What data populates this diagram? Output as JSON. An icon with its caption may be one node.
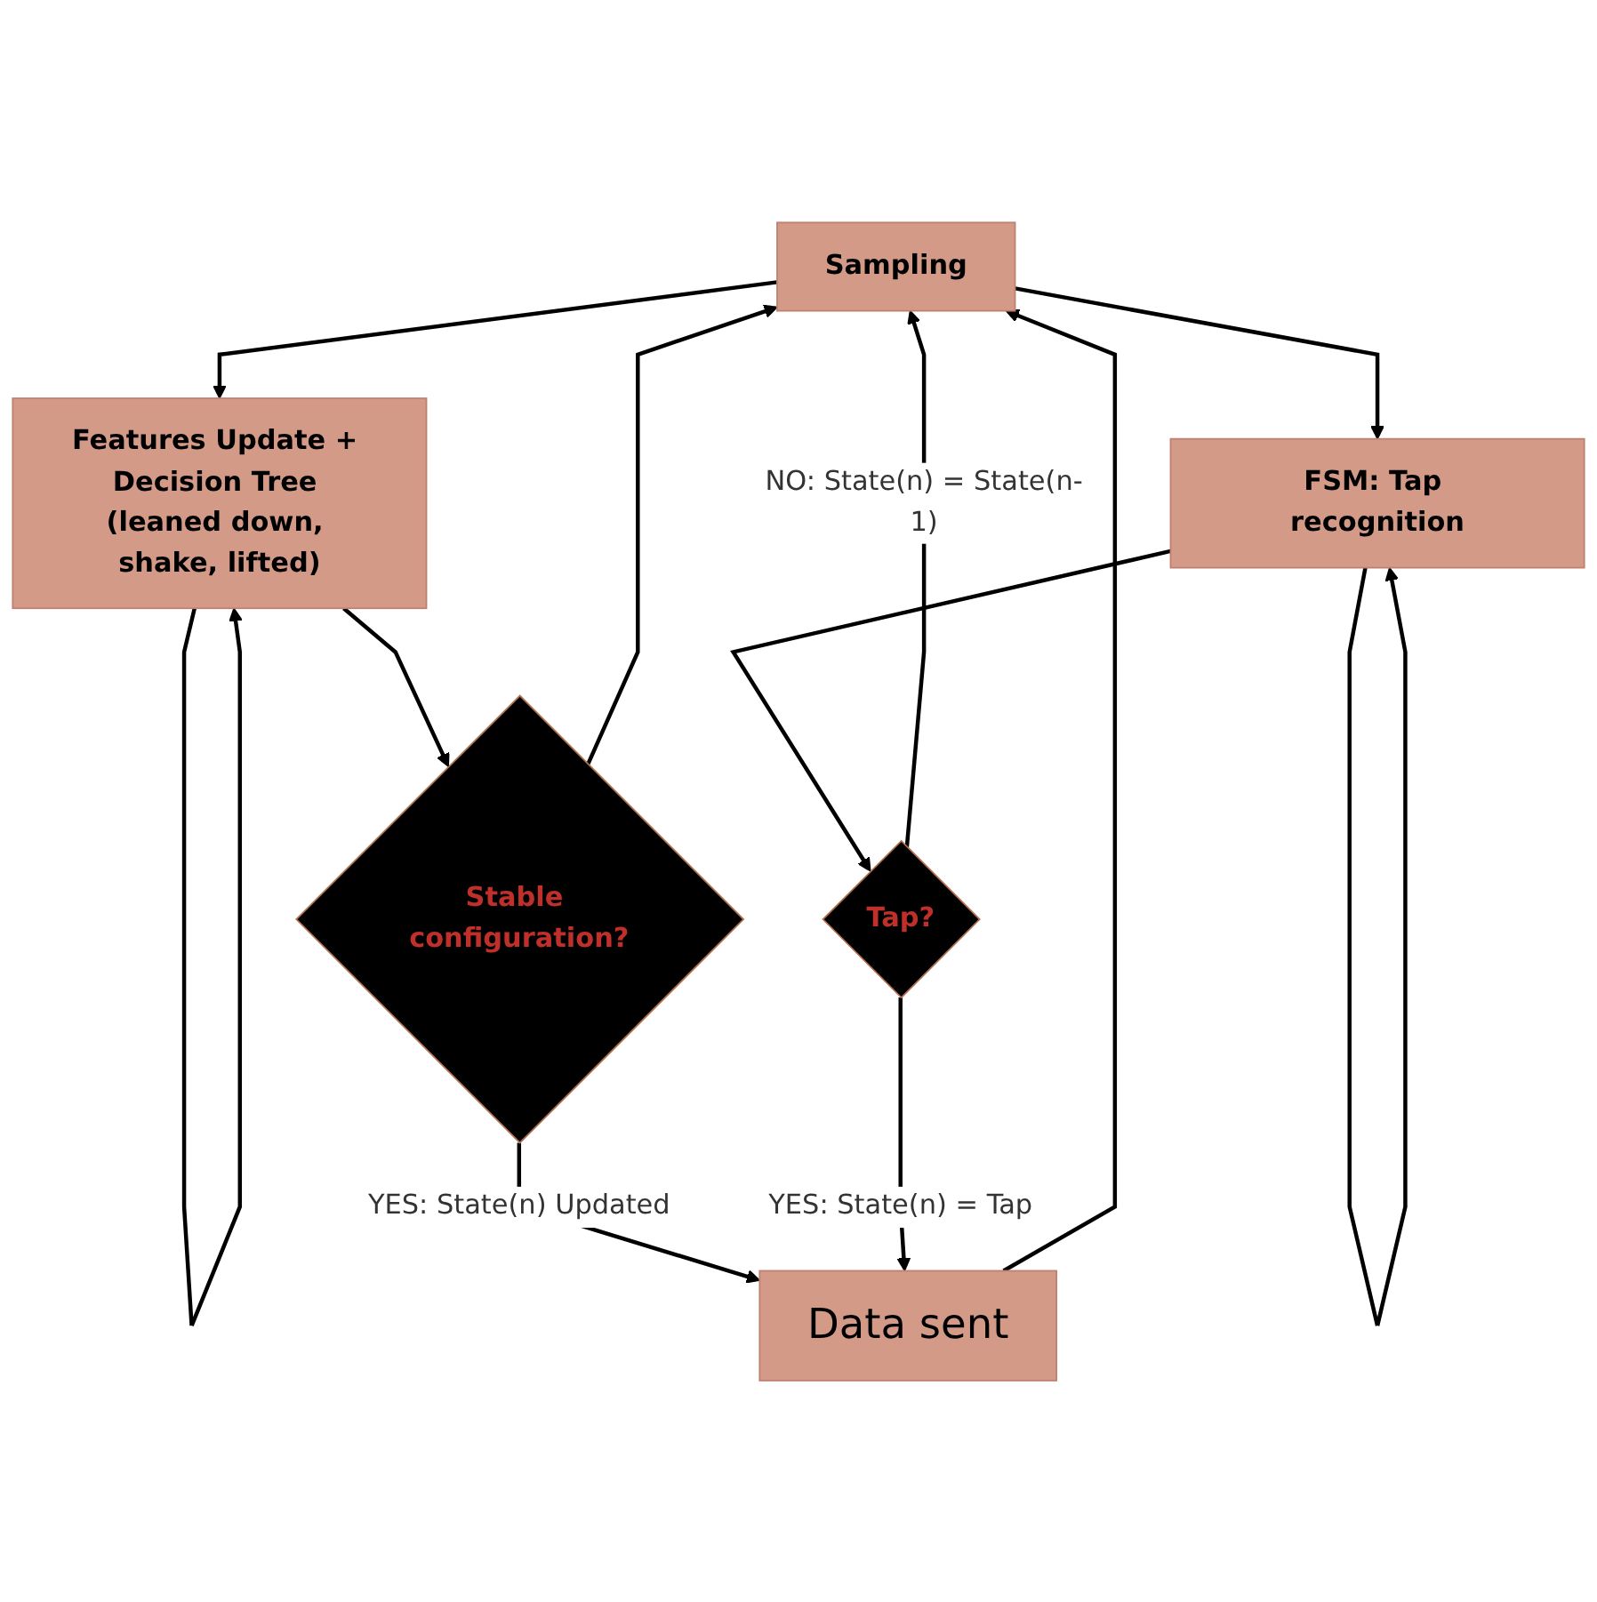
{
  "diagram": {
    "nodes": [
      {
        "text": [
          "Sampling"
        ]
      },
      {
        "text": [
          "Features Update + Decision Tree (leaned down, shake, lifted)"
        ]
      },
      {
        "text": [
          "FSM: Tap recognition"
        ]
      },
      {
        "text": [
          "Stable configuration?"
        ]
      },
      {
        "text": [
          "Tap?"
        ]
      },
      {
        "text": [
          "Data sent"
        ]
      }
    ],
    "edges": [
      {
        "from": 0,
        "to": 1,
        "arrow": "to"
      },
      {
        "from": 0,
        "to": 2,
        "arrow": "to"
      },
      {
        "from": 1,
        "to": 1,
        "arrow": "to"
      },
      {
        "from": 2,
        "to": 2,
        "arrow": "to"
      },
      {
        "from": 1,
        "to": 3,
        "arrow": "to"
      },
      {
        "from": 2,
        "to": 4,
        "arrow": "to"
      },
      {
        "from": 3,
        "to": 5,
        "label": "YES: State(n) Updated",
        "arrow": "to"
      },
      {
        "from": 4,
        "to": 5,
        "label": "YES: State(n) = Tap",
        "arrow": "to"
      },
      {
        "from": 3,
        "to": 0,
        "arrow": "to"
      },
      {
        "from": 4,
        "to": 0,
        "label": "NO: State(n) = State(n-1)",
        "arrow": "to"
      },
      {
        "from": 5,
        "to": 0,
        "arrow": "to"
      }
    ]
  }
}
